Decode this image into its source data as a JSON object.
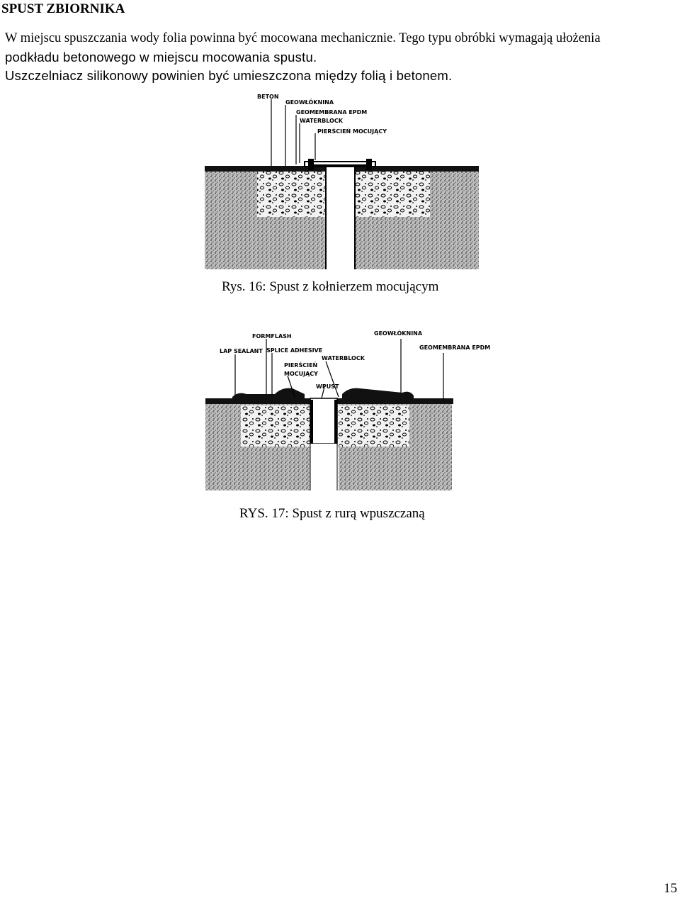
{
  "heading": "SPUST ZBIORNIKA",
  "paragraph": {
    "line1": "W miejscu spuszczania wody folia powinna być mocowana mechanicznie. Tego typu obróbki wymagają ułożenia",
    "line2": "podkładu betonowego w miejscu mocowania spustu.",
    "line3": "Uszczelniacz silikonowy powinien być umieszczona między folią i betonem."
  },
  "figure16": {
    "labels": {
      "beton": "BETON",
      "geowloknina": "GEOWŁÓKNINA",
      "geomembrana": "GEOMEMBRANA EPDM",
      "waterblock": "WATERBLOCK",
      "pierscien": "PIERŚCIEŃ MOCUJĄCY"
    },
    "caption": "Rys. 16: Spust z kołnierzem mocującym"
  },
  "figure17": {
    "labels": {
      "formflash": "FORMFLASH",
      "geowloknina": "GEOWŁÓKNINA",
      "lap_sealant": "LAP SEALANT",
      "splice_adhesive": "SPLICE ADHESIVE",
      "geomembrana": "GEOMEMBRANA EPDM",
      "waterblock": "WATERBLOCK",
      "pierscien_1": "PIERŚCIEŃ",
      "pierscien_2": "MOCUJĄCY",
      "wpust": "WPUST"
    },
    "caption": "RYS. 17: Spust z rurą wpuszczaną"
  },
  "page_number": "15"
}
